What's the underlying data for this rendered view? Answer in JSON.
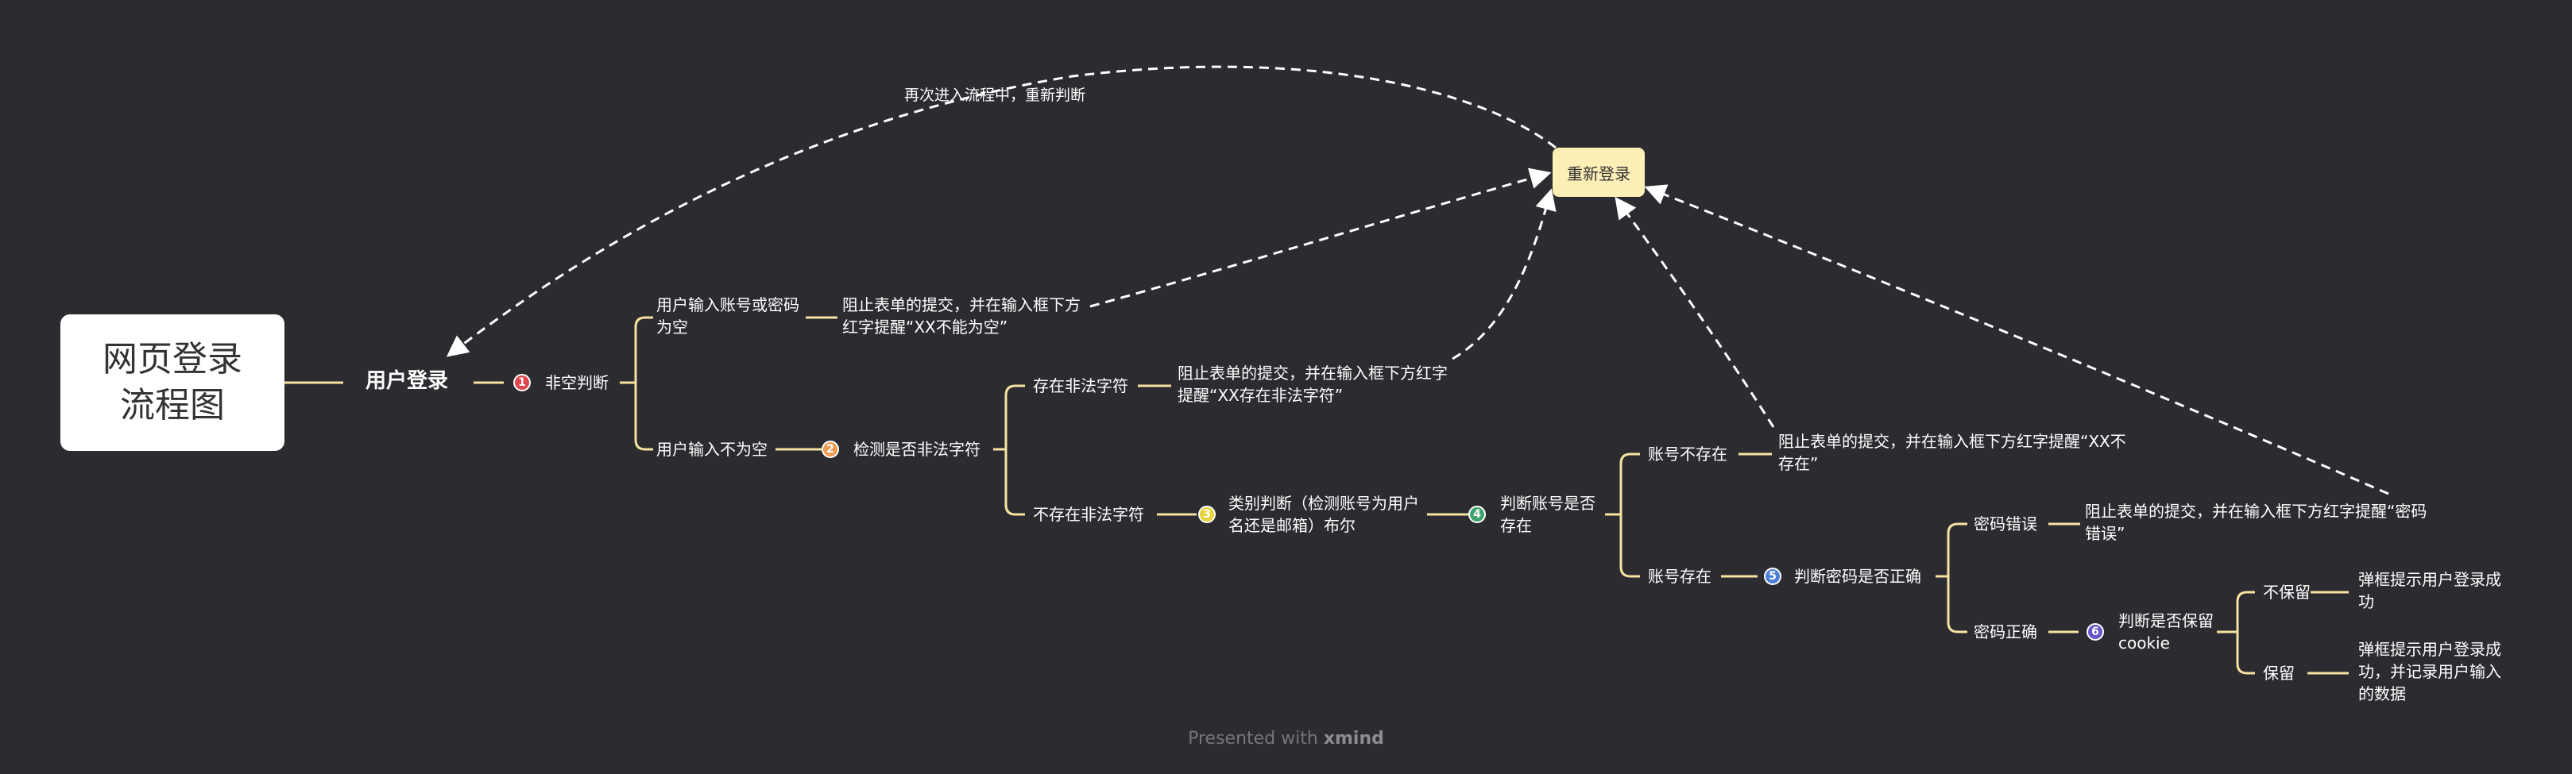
{
  "root": {
    "line1": "网页登录",
    "line2": "流程图"
  },
  "user_login": "用户登录",
  "steps": {
    "s1": {
      "num": "1",
      "label": "非空判断",
      "color": "#e0474c"
    },
    "s2": {
      "num": "2",
      "label": "检测是否非法字符",
      "color": "#f19a52"
    },
    "s3": {
      "num": "3",
      "label": "类别判断（检测账号为用户名还是邮箱）布尔",
      "color": "#e8d43c"
    },
    "s4": {
      "num": "4",
      "label": "判断账号是否存在",
      "color": "#3fa36d"
    },
    "s5": {
      "num": "5",
      "label": "判断密码是否正确",
      "color": "#4d7fd6"
    },
    "s6": {
      "num": "6",
      "label": "判断是否保留cookie",
      "color": "#6a55c9"
    }
  },
  "nodes": {
    "empty_input": "用户输入账号或密码为空",
    "not_empty": "用户输入不为空",
    "block_empty": "阻止表单的提交，并在输入框下方红字提醒“XX不能为空”",
    "illegal_exists": "存在非法字符",
    "block_illegal": "阻止表单的提交，并在输入框下方红字提醒“XX存在非法字符”",
    "no_illegal": "不存在非法字符",
    "account_missing": "账号不存在",
    "block_missing": "阻止表单的提交，并在输入框下方红字提醒“XX不存在”",
    "account_exists": "账号存在",
    "pwd_wrong": "密码错误",
    "block_pwd": "阻止表单的提交，并在输入框下方红字提醒“密码错误”",
    "pwd_right": "密码正确",
    "no_keep": "不保留",
    "msg_success": "弹框提示用户登录成功",
    "keep": "保留",
    "msg_success_record": "弹框提示用户登录成功，并记录用户输入的数据"
  },
  "relogin": "重新登录",
  "reenter_label": "再次进入流程中，重新判断",
  "footer": {
    "prefix": "Presented with",
    "brand": "xmind"
  },
  "colors": {
    "background": "#2b2b30",
    "connector": "#f7e3a1",
    "dashed": "#ffffff",
    "relogin_fill": "#fdefb6"
  }
}
